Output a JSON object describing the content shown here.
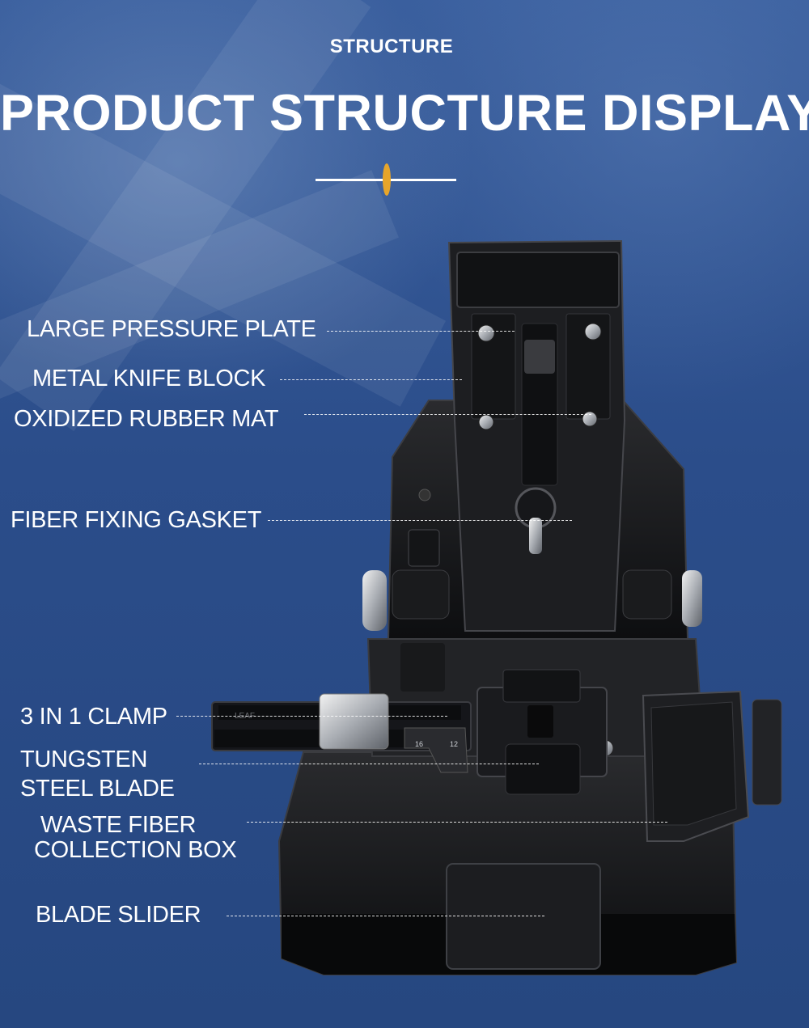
{
  "header": {
    "kicker": "STRUCTURE",
    "title": "PRODUCT STRUCTURE DISPLAY"
  },
  "colors": {
    "background": "#2c4f8c",
    "accent": "#e7a52a",
    "text": "#ffffff"
  },
  "parts": [
    {
      "label": "LARGE PRESSURE PLATE"
    },
    {
      "label": "METAL KNIFE BLOCK"
    },
    {
      "label": "OXIDIZED RUBBER MAT"
    },
    {
      "label": "FIBER FIXING GASKET"
    },
    {
      "label": "3 IN 1 CLAMP"
    },
    {
      "label": "TUNGSTEN STEEL BLADE",
      "lines": [
        "TUNGSTEN",
        "STEEL BLADE"
      ]
    },
    {
      "label": "WASTE FIBER COLLECTION BOX",
      "lines": [
        "WASTE FIBER",
        "COLLECTION BOX"
      ]
    },
    {
      "label": "BLADE SLIDER"
    }
  ],
  "product": {
    "ruler_marks": [
      "16",
      "12"
    ],
    "clamp_engraving": "LEAF"
  }
}
